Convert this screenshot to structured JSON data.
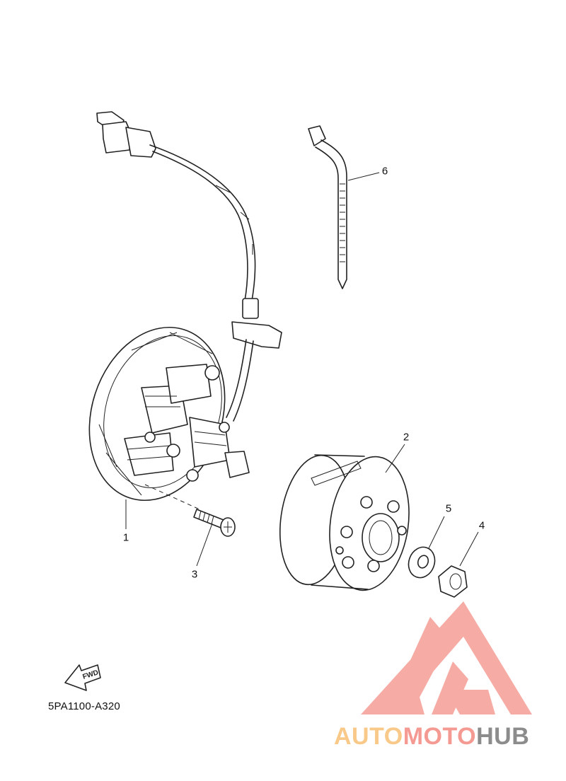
{
  "diagram": {
    "part_code": "5PA1100-A320",
    "direction_badge": "FWD",
    "callouts": [
      {
        "id": "1",
        "label": "1"
      },
      {
        "id": "2",
        "label": "2"
      },
      {
        "id": "3",
        "label": "3"
      },
      {
        "id": "4",
        "label": "4"
      },
      {
        "id": "5",
        "label": "5"
      },
      {
        "id": "6",
        "label": "6"
      }
    ]
  },
  "watermark": {
    "word_part1": "AUTO",
    "word_part2": "MOTO",
    "word_part3": "HUB",
    "colors": {
      "part1": "#f9c98a",
      "part2": "#f59a92",
      "part3": "#8c8c8c",
      "logo": "#f59a92"
    }
  }
}
